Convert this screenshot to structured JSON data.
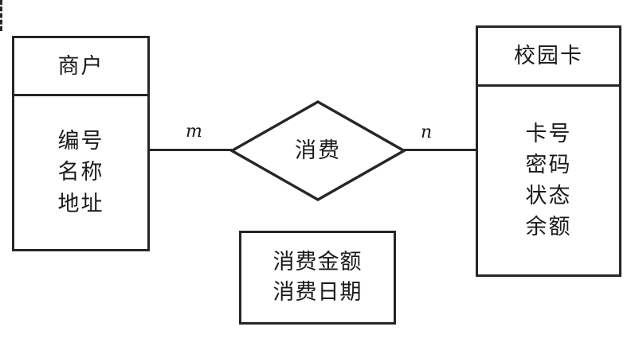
{
  "diagram": {
    "type": "entity-relationship",
    "entities": [
      {
        "id": "merchant",
        "name": "商户",
        "attributes": [
          "编号",
          "名称",
          "地址"
        ]
      },
      {
        "id": "campus-card",
        "name": "校园卡",
        "attributes": [
          "卡号",
          "密码",
          "状态",
          "余额"
        ]
      }
    ],
    "relationship": {
      "name": "消费",
      "left_cardinality": "m",
      "right_cardinality": "n",
      "attributes": [
        "消费金额",
        "消费日期"
      ]
    },
    "colors": {
      "stroke": "#262626",
      "text": "#1a1a1a",
      "background": "#ffffff"
    }
  }
}
